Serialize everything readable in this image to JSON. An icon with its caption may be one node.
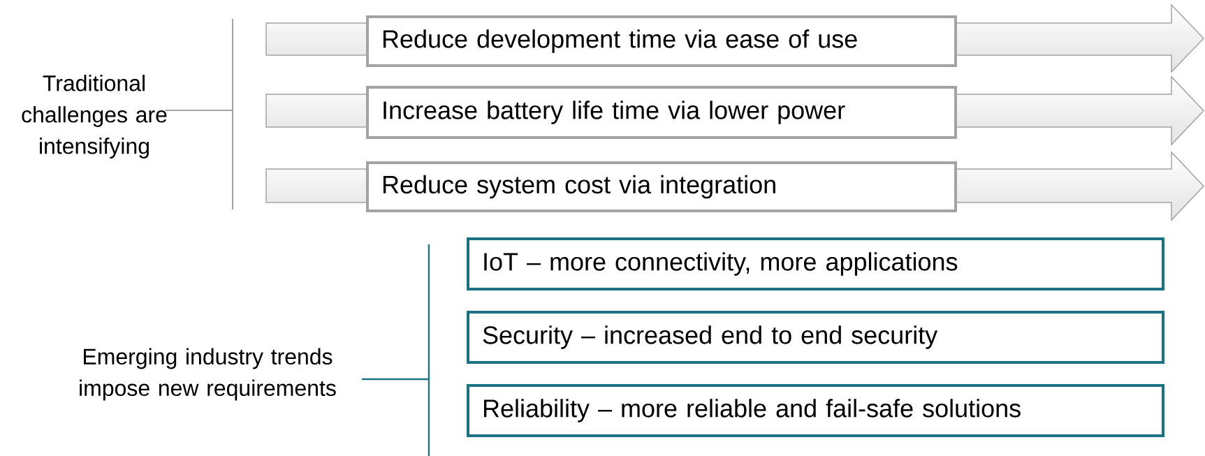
{
  "diagram": {
    "nodes": [
      {
        "text": [
          "Reduce development time via ease of use"
        ]
      },
      {
        "text": [
          "Increase battery life time via lower power"
        ]
      },
      {
        "text": [
          "Reduce system cost via integration"
        ]
      },
      {
        "text": [
          "IoT – more connectivity, more applications"
        ]
      },
      {
        "text": [
          "Security – increased end to end security"
        ]
      },
      {
        "text": [
          "Reliability – more reliable and fail-safe solutions"
        ]
      }
    ],
    "labels": [
      "Traditional challenges are intensifying",
      "Emerging industry trends impose new requirements"
    ]
  }
}
